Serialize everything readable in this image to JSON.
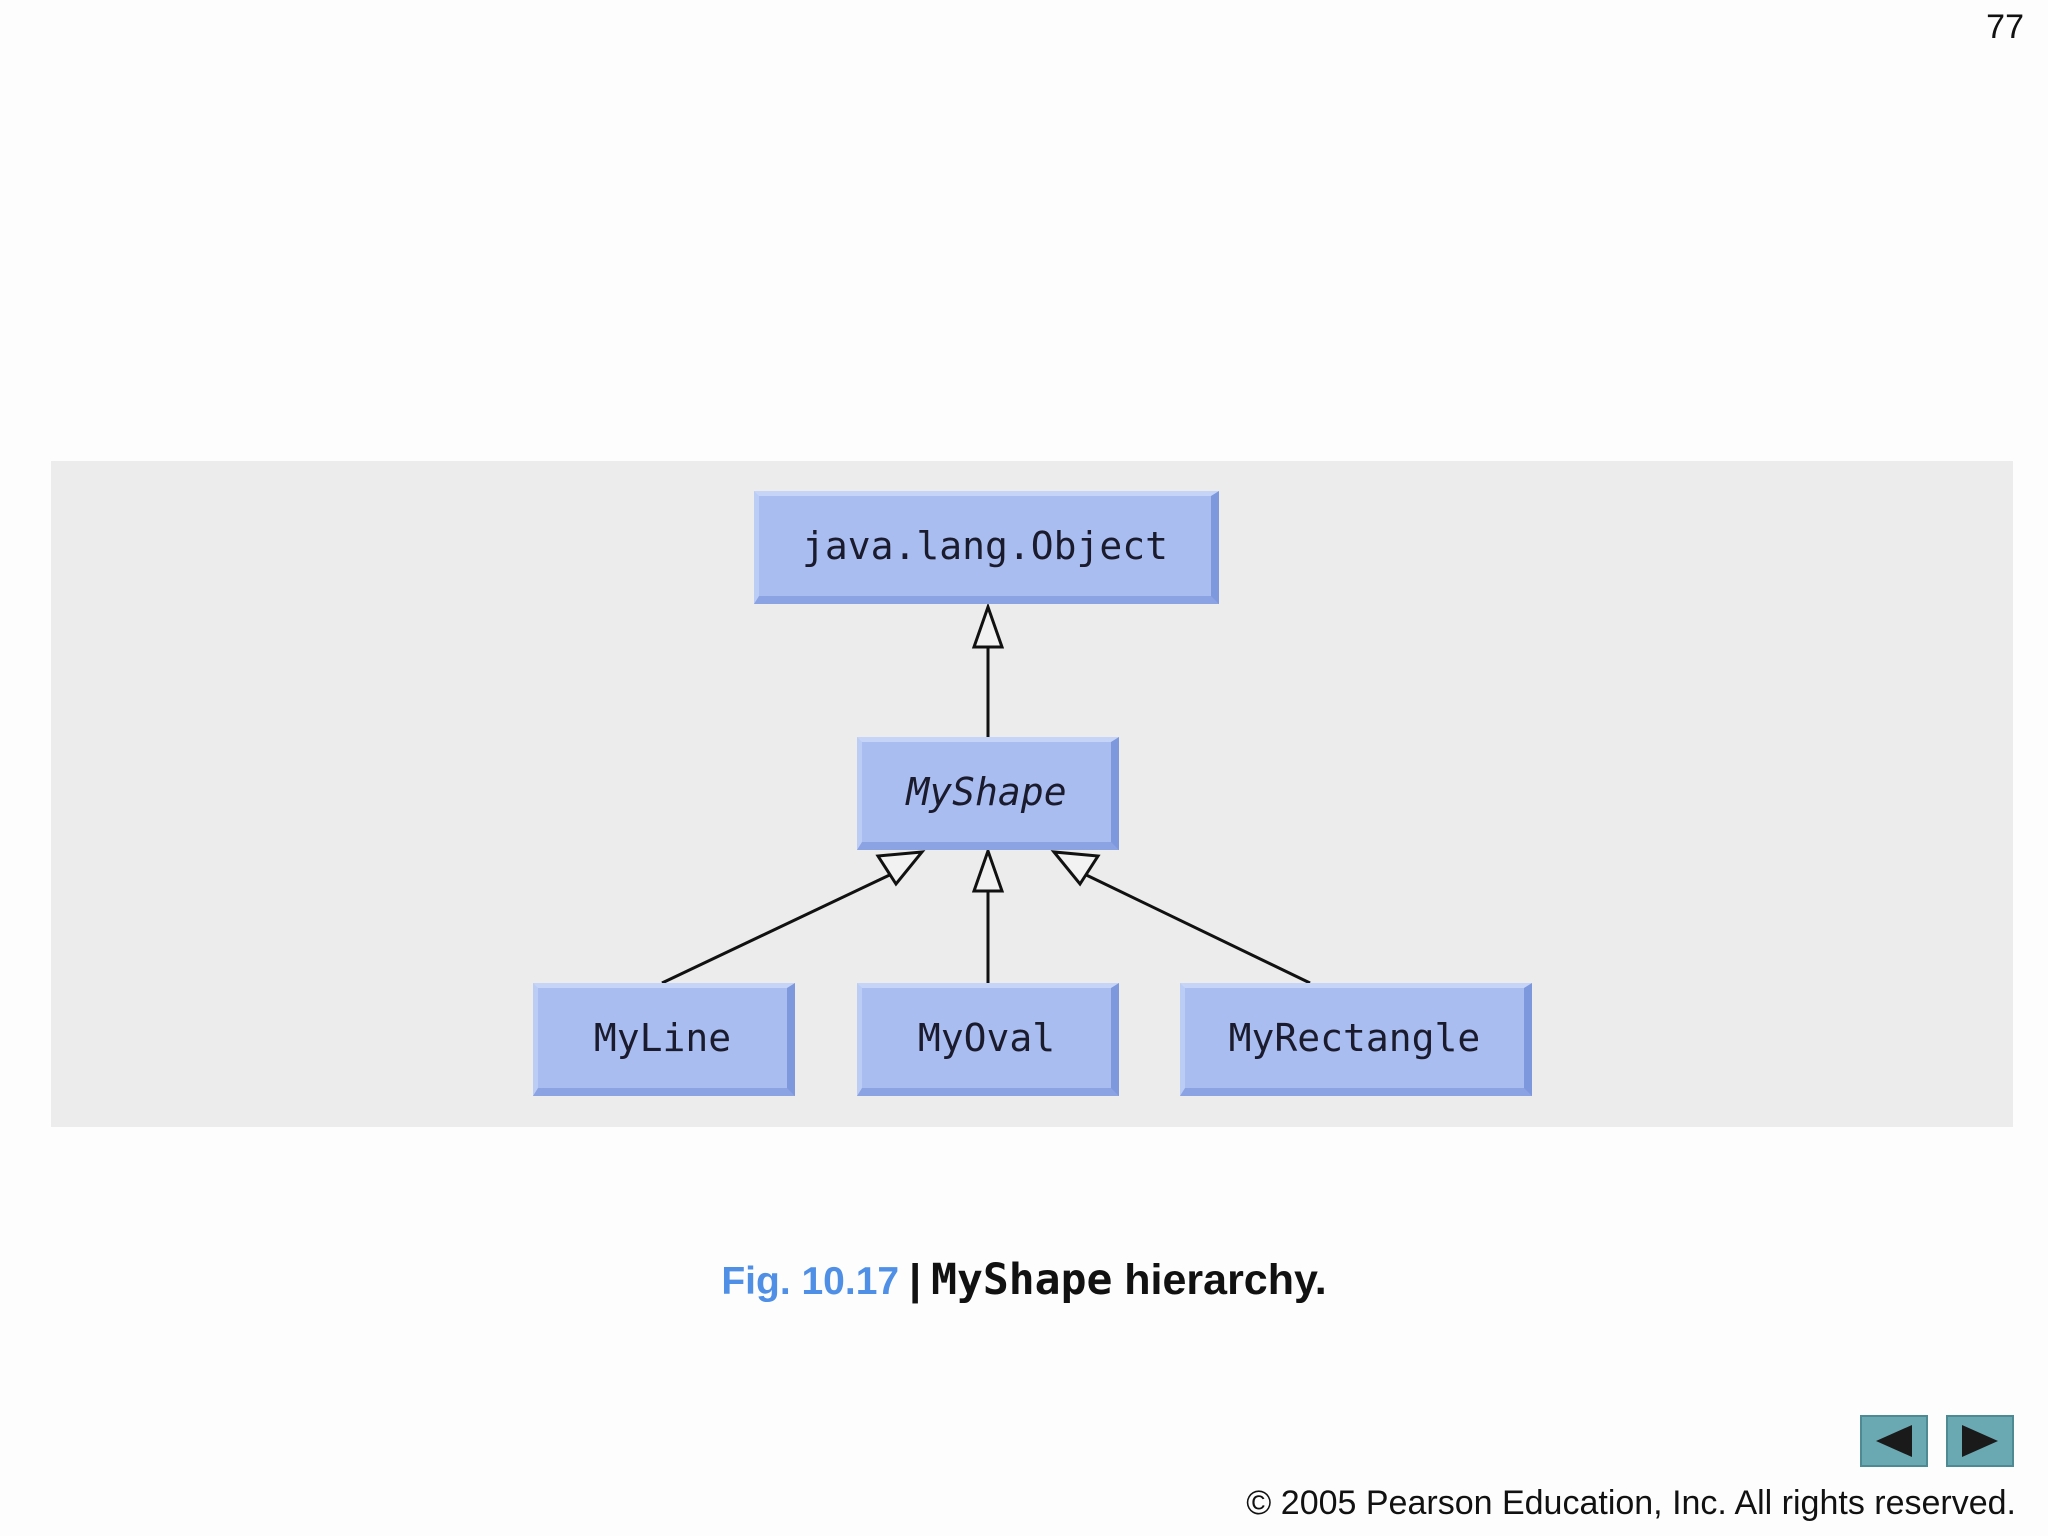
{
  "page": {
    "number": "77"
  },
  "diagram": {
    "classes": {
      "root": {
        "label": "java.lang.Object"
      },
      "abstract": {
        "label": "MyShape"
      },
      "line": {
        "label": "MyLine"
      },
      "oval": {
        "label": "MyOval"
      },
      "rect": {
        "label": "MyRectangle"
      }
    },
    "relations": [
      {
        "from": "MyShape",
        "to": "java.lang.Object",
        "type": "generalization"
      },
      {
        "from": "MyLine",
        "to": "MyShape",
        "type": "generalization"
      },
      {
        "from": "MyOval",
        "to": "MyShape",
        "type": "generalization"
      },
      {
        "from": "MyRectangle",
        "to": "MyShape",
        "type": "generalization"
      }
    ],
    "colors": {
      "box": "#a9bdf0",
      "panel": "#ececec",
      "line": "#111111"
    }
  },
  "caption": {
    "fig_number": "Fig. 10.17",
    "separator": "|",
    "code_word": "MyShape",
    "title_rest": " hierarchy."
  },
  "nav": {
    "prev_icon": "triangle-left-icon",
    "next_icon": "triangle-right-icon",
    "color": "#6aa8b2"
  },
  "footer": {
    "copyright": "© 2005 Pearson Education, Inc.  All rights reserved."
  }
}
